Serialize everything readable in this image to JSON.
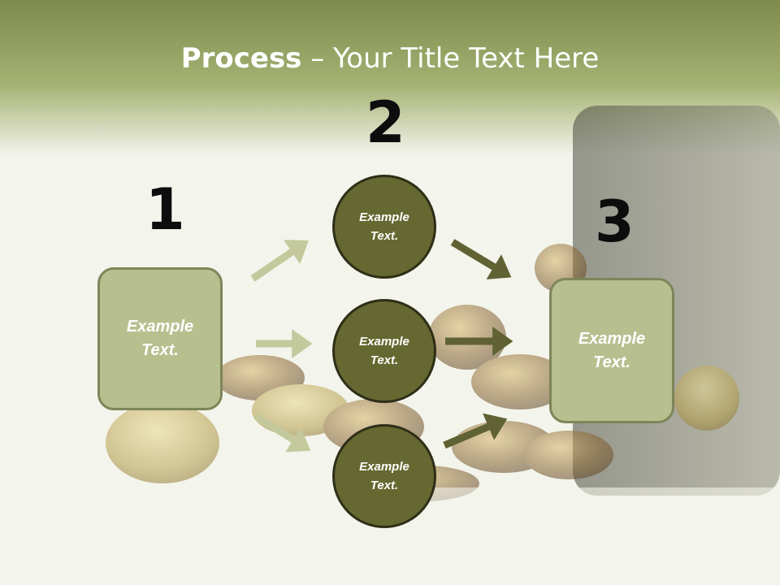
{
  "title": {
    "bold": "Process",
    "rest": " – Your Title Text Here"
  },
  "steps": [
    {
      "number": "1",
      "text": "Example\nText."
    },
    {
      "number": "2",
      "text": "Example\nText."
    },
    {
      "number": "3",
      "text": "Example\nText."
    }
  ],
  "circles": [
    {
      "text": "Example\nText."
    },
    {
      "text": "Example\nText."
    },
    {
      "text": "Example\nText."
    }
  ],
  "colors": {
    "header_band": "#8c9a5a",
    "box_fill": "#b8bf8f",
    "circle_fill": "#656830",
    "arrow_light": "#c3c99c",
    "arrow_dark": "#606233"
  }
}
